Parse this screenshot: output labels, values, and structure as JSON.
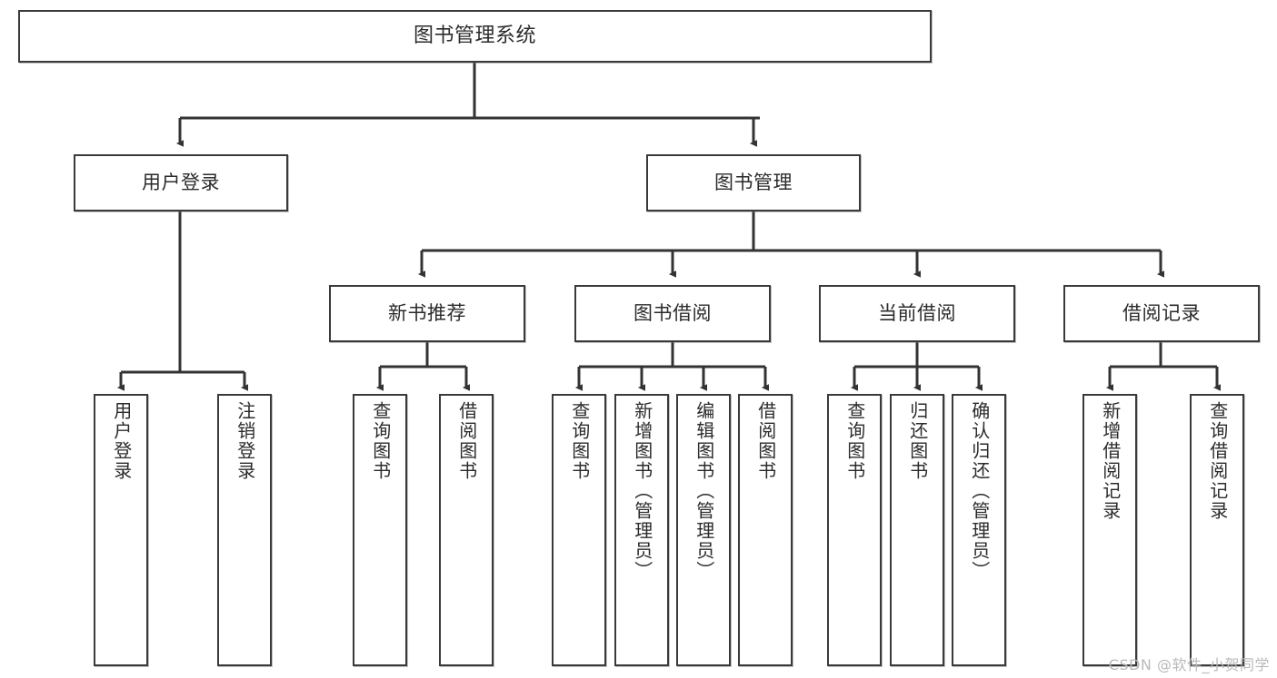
{
  "diagram": {
    "title_box": {
      "label": "图书管理系统"
    },
    "level1": [
      {
        "name": "user-login",
        "label": "用户登录"
      },
      {
        "name": "book-management",
        "label": "图书管理"
      }
    ],
    "level2": [
      {
        "name": "new-book-recommend",
        "label": "新书推荐"
      },
      {
        "name": "book-borrow",
        "label": "图书借阅"
      },
      {
        "name": "current-borrow",
        "label": "当前借阅"
      },
      {
        "name": "borrow-record",
        "label": "借阅记录"
      }
    ],
    "leaves": [
      {
        "name": "leaf-user-login",
        "label": "用户登录"
      },
      {
        "name": "leaf-logout-login",
        "label": "注销登录"
      },
      {
        "name": "leaf-query-book-1",
        "label": "查询图书"
      },
      {
        "name": "leaf-borrow-book-1",
        "label": "借阅图书"
      },
      {
        "name": "leaf-query-book-2",
        "label": "查询图书"
      },
      {
        "name": "leaf-add-book-admin",
        "label": "新增图书（管理员）"
      },
      {
        "name": "leaf-edit-book-admin",
        "label": "编辑图书（管理员）"
      },
      {
        "name": "leaf-borrow-book-2",
        "label": "借阅图书"
      },
      {
        "name": "leaf-query-book-3",
        "label": "查询图书"
      },
      {
        "name": "leaf-return-book",
        "label": "归还图书"
      },
      {
        "name": "leaf-confirm-return-admin",
        "label": "确认归还（管理员）"
      },
      {
        "name": "leaf-add-borrow-record",
        "label": "新增借阅记录"
      },
      {
        "name": "leaf-query-borrow-record",
        "label": "查询借阅记录"
      }
    ],
    "watermark": {
      "text": "CSDN @软件_小贺同学"
    },
    "colors": {
      "box_border": "#3a3a3a",
      "box_fill": "#ffffff",
      "text": "#2b2b2b",
      "connector": "#333333",
      "watermark": "#b9b9b9",
      "background": "#ffffff"
    }
  }
}
